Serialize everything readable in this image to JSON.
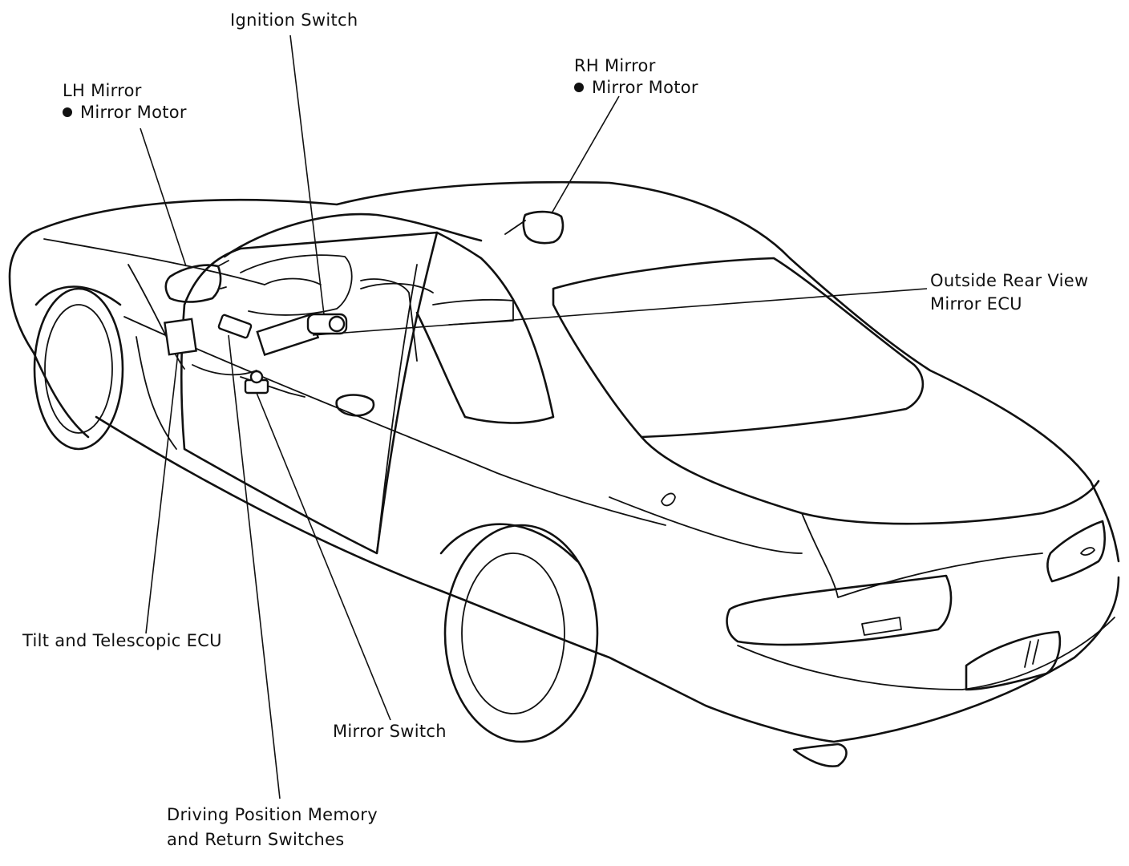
{
  "labels": {
    "ignition_switch": "Ignition Switch",
    "lh_mirror": "LH Mirror",
    "lh_mirror_motor": "Mirror Motor",
    "rh_mirror": "RH Mirror",
    "rh_mirror_motor": "Mirror Motor",
    "outside_ecu_line1": "Outside Rear View",
    "outside_ecu_line2": "Mirror ECU",
    "tilt_ecu": "Tilt and Telescopic ECU",
    "mirror_switch": "Mirror Switch",
    "memory_line1": "Driving Position Memory",
    "memory_line2": "and Return Switches"
  },
  "icons": {
    "bullet": "filled-circle"
  },
  "colors": {
    "ink": "#111111",
    "paper": "#ffffff"
  }
}
